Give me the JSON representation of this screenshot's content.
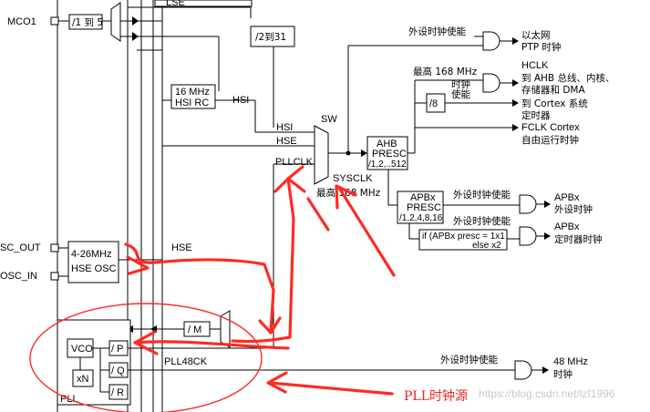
{
  "pins": {
    "mco1": "MCO1",
    "sc_out": "SC_OUT",
    "osc_in": "OSC_IN"
  },
  "blocks": {
    "mco_div": "/1 到 5",
    "lse_partial": "LSE",
    "div2_31": "/2到31",
    "hsi_rc_line1": "16 MHz",
    "hsi_rc_line2": "HSI RC",
    "hse_osc_line1": "4-26MHz",
    "hse_osc_line2": "HSE OSC",
    "div_m": "/ M",
    "pll_vco": "VCO",
    "pll_xn": "xN",
    "pll_p": "/ P",
    "pll_q": "/ Q",
    "pll_r": "/ R",
    "pll_label": "PLL",
    "ahb_line1": "AHB",
    "ahb_line2": "PRESC",
    "ahb_line3": "/1,2,..512",
    "apb_line1": "APBx",
    "apb_line2": "PRESC",
    "apb_line3": "/1,2,4,8,16",
    "div8": "/8",
    "apb_timer_line1": "if (APBx presc = 1x1",
    "apb_timer_line2": "else x2"
  },
  "signals": {
    "hsi_line": "HSI",
    "hsi_mux": "HSI",
    "hse_mux": "HSE",
    "pllclk": "PLLCLK",
    "sw": "SW",
    "sysclk": "SYSCLK",
    "sysclk_max": "最高 168 MHz",
    "hse_line": "HSE",
    "pll48ck": "PLL48CK",
    "ahb_max": "最高 168 MHz"
  },
  "outputs": {
    "eth_enable": "外设时钟使能",
    "eth_line1": "以太网",
    "eth_line2": "PTP 时钟",
    "hclk_enable_line1": "时钟",
    "hclk_enable_line2": "使能",
    "hclk_line1": "HCLK",
    "hclk_line2": "到 AHB 总线、内核、",
    "hclk_line3": "存储器和 DMA",
    "cortex_line1": "到 Cortex 系统",
    "cortex_line2": "定时器",
    "fclk_line1": "FCLK Cortex",
    "fclk_line2": "自由运行时钟",
    "apb_periph_enable": "外设时钟使能",
    "apb_periph_line1": "APBx",
    "apb_periph_line2": "外设时钟",
    "apb_timer_enable": "外设时钟使能",
    "apb_timer_line1": "APBx",
    "apb_timer_line2": "定时器时钟",
    "usb_enable": "外设时钟使能",
    "usb_line1": "48 MHz",
    "usb_line2": "时钟"
  },
  "annotation": {
    "pll_source": "PLL时钟源"
  },
  "watermark": "https://blog.csdn.net/lzf1996",
  "colors": {
    "annotation": "#e8261f",
    "line": "#000000"
  }
}
